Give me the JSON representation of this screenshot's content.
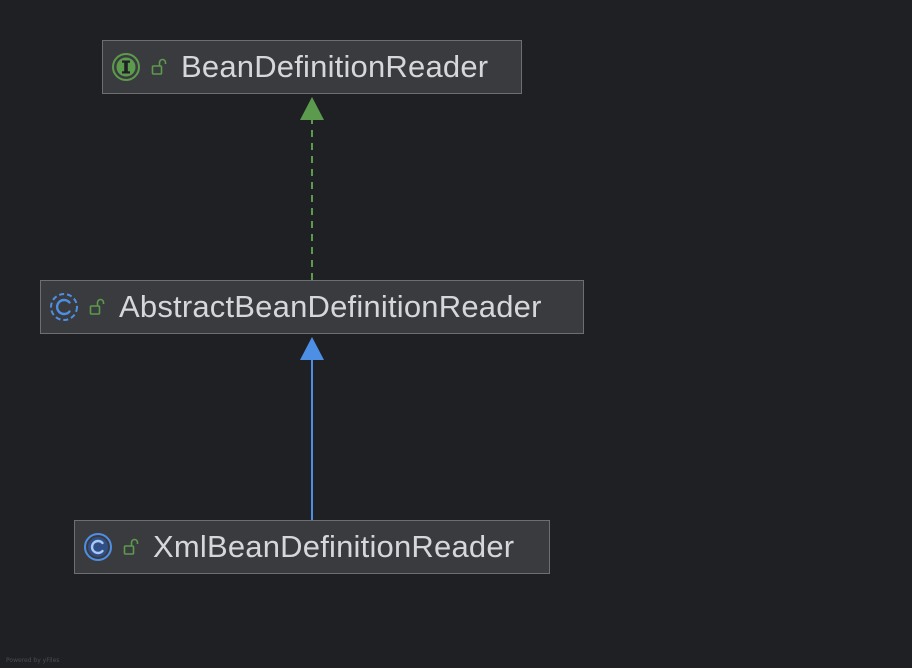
{
  "diagram": {
    "nodes": [
      {
        "id": "n1",
        "label": "BeanDefinitionReader",
        "kind": "interface",
        "kind_icon": "interface-icon",
        "visibility_icon": "public-lock-icon"
      },
      {
        "id": "n2",
        "label": "AbstractBeanDefinitionReader",
        "kind": "abstract-class",
        "kind_icon": "abstract-class-icon",
        "visibility_icon": "public-lock-icon"
      },
      {
        "id": "n3",
        "label": "XmlBeanDefinitionReader",
        "kind": "class",
        "kind_icon": "class-icon",
        "visibility_icon": "public-lock-icon"
      }
    ],
    "edges": [
      {
        "from": "AbstractBeanDefinitionReader",
        "to": "BeanDefinitionReader",
        "relation": "implements",
        "style": "dashed",
        "color": "#5c9a4e"
      },
      {
        "from": "XmlBeanDefinitionReader",
        "to": "AbstractBeanDefinitionReader",
        "relation": "extends",
        "style": "solid",
        "color": "#4e8fe6"
      }
    ]
  },
  "colors": {
    "background": "#1f2024",
    "node_fill": "#3a3b3e",
    "node_border": "#6c6e72",
    "label": "#d5d7db",
    "interface_green": "#5c9a4e",
    "class_blue": "#4e8fe6"
  },
  "footer": {
    "text": "Powered by yFiles"
  }
}
